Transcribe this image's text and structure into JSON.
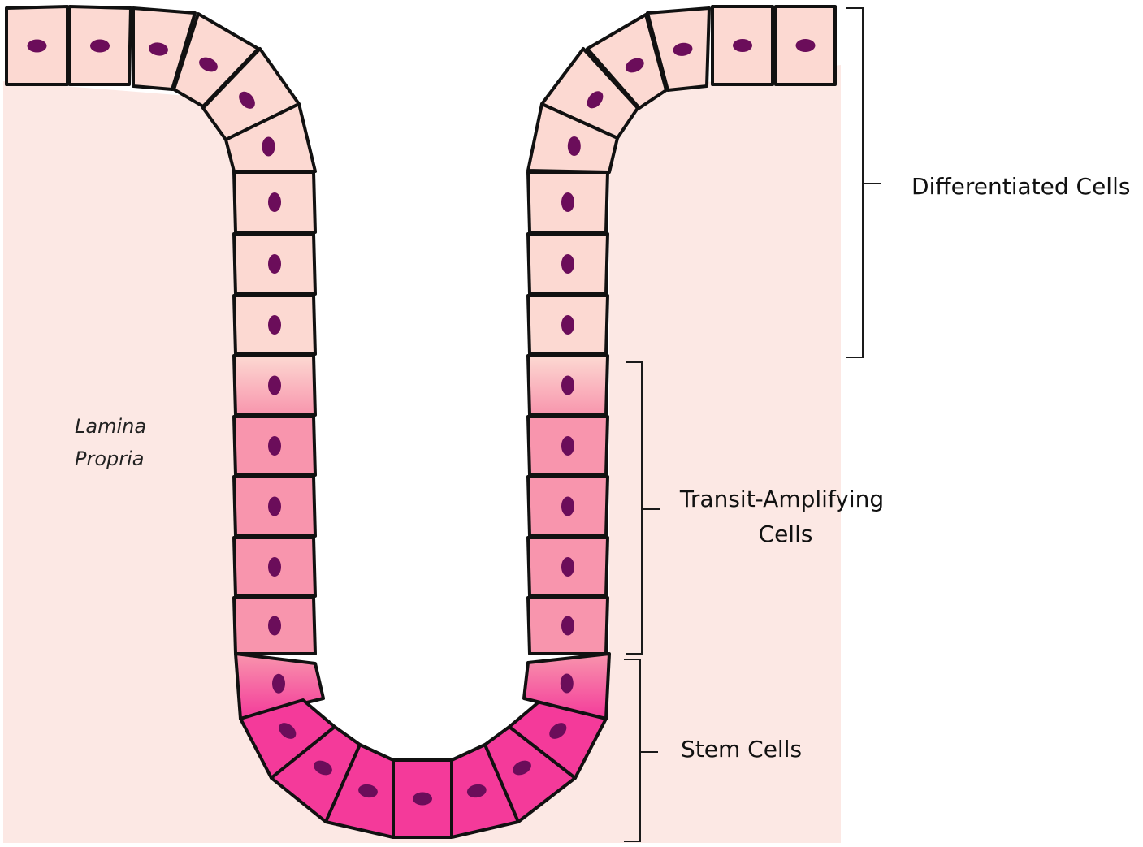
{
  "region_label": {
    "line1": "Lamina",
    "line2": "Propria"
  },
  "zones": {
    "differentiated": {
      "label": "Differentiated Cells"
    },
    "transit_amplifying": {
      "label_line1": "Transit-Amplifying",
      "label_line2": "Cells"
    },
    "stem": {
      "label": "Stem Cells"
    }
  },
  "colors": {
    "lamina_propria": "#fce8e4",
    "differentiated_cell": "#fcd9d2",
    "transit_cell": "#f895ad",
    "stem_cell": "#f43a9a",
    "nucleus": "#6b0d5a",
    "outline": "#111111"
  }
}
